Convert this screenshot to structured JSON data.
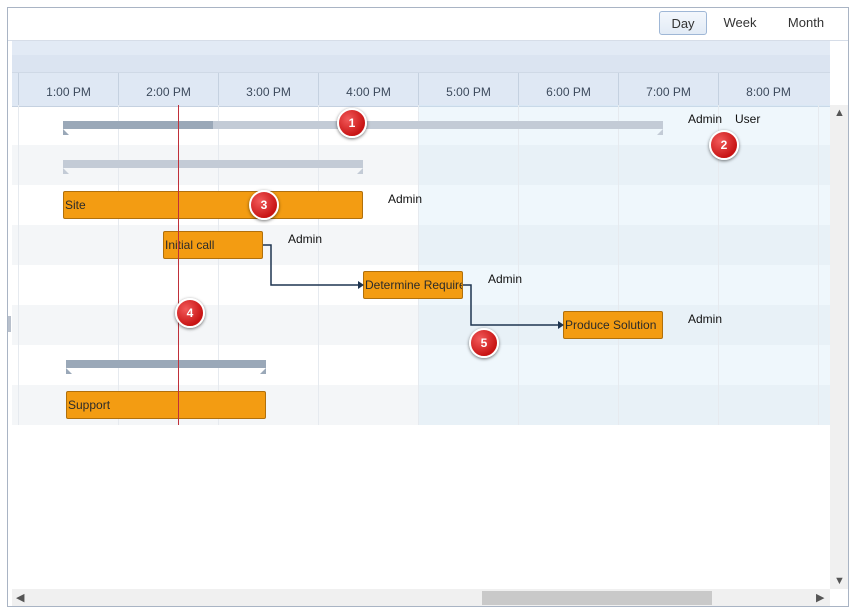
{
  "views": {
    "day": "Day",
    "week": "Week",
    "month": "Month",
    "active": "Day"
  },
  "timeline": [
    "1:00 PM",
    "2:00 PM",
    "3:00 PM",
    "4:00 PM",
    "5:00 PM",
    "6:00 PM",
    "7:00 PM",
    "8:00 PM"
  ],
  "tasks": {
    "site": "Site",
    "initial_call": "Initial call",
    "determine": "Determine Require",
    "produce": "Produce Solution",
    "support": "Support"
  },
  "resources": {
    "r1a": "Admin",
    "r1b": "User",
    "r3": "Admin",
    "r4": "Admin",
    "r5": "Admin",
    "r6": "Admin"
  },
  "callouts": [
    "1",
    "2",
    "3",
    "4",
    "5"
  ],
  "colors": {
    "task_fill": "#f39c12",
    "summary_bar": "#c3cbd6",
    "summary_progress": "#9aa8b8",
    "now_line": "#c0303a",
    "callout": "#d42020"
  }
}
